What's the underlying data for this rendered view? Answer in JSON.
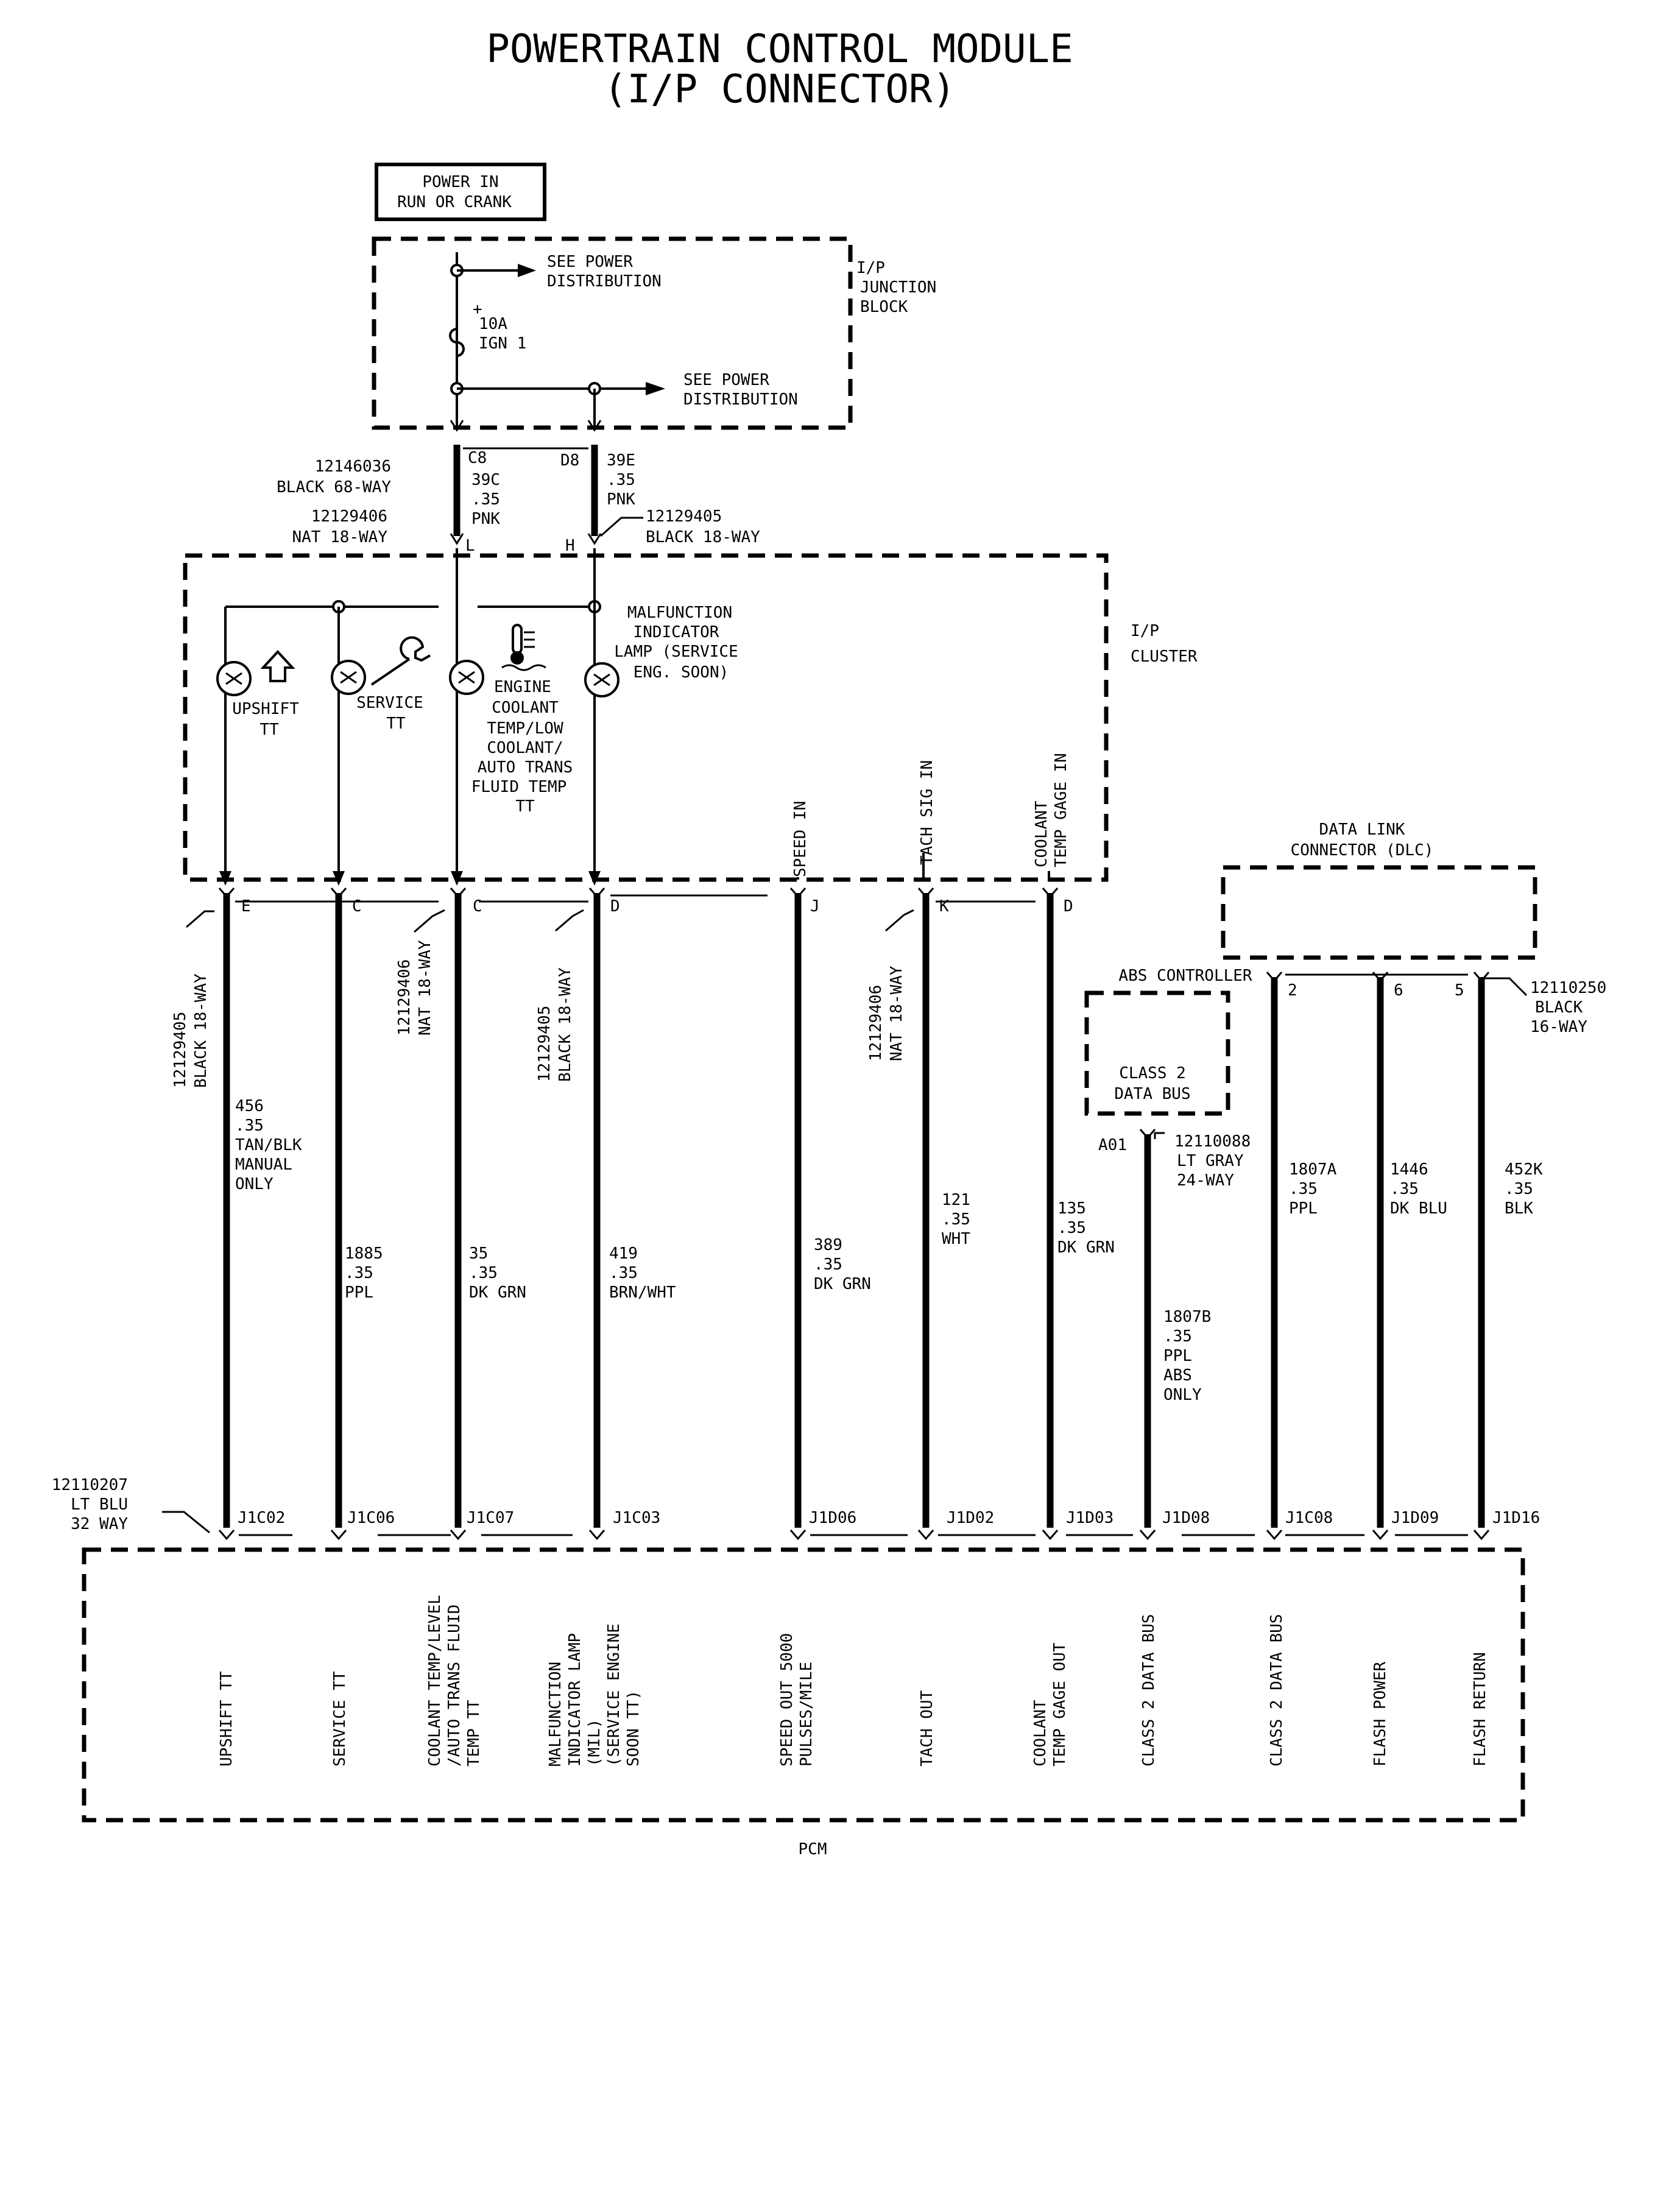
{
  "title": {
    "line1": "POWERTRAIN CONTROL MODULE",
    "line2": "(I/P CONNECTOR)"
  },
  "power_box": {
    "line1": "POWER IN",
    "line2": "RUN OR CRANK"
  },
  "junction_block": {
    "label": [
      "I/P",
      "JUNCTION",
      "BLOCK"
    ],
    "see_power_top": [
      "SEE POWER",
      "DISTRIBUTION"
    ],
    "see_power_bottom": [
      "SEE POWER",
      "DISTRIBUTION"
    ],
    "fuse": [
      "+",
      "10A",
      "IGN 1"
    ]
  },
  "jb_connector_left": [
    "12146036",
    "BLACK 68-WAY"
  ],
  "jb_pins": {
    "left": "C8",
    "right": "D8"
  },
  "jb_wire_left": [
    "39C",
    ".35",
    "PNK"
  ],
  "jb_wire_right": [
    "39E",
    ".35",
    "PNK"
  ],
  "cluster_in_left": {
    "label": [
      "12129406",
      "NAT 18-WAY"
    ],
    "pin": "L"
  },
  "cluster_in_right": {
    "label": [
      "12129405",
      "BLACK 18-WAY"
    ],
    "pin": "H"
  },
  "cluster": {
    "label": [
      "I/P",
      "CLUSTER"
    ],
    "upshift": [
      "UPSHIFT",
      "TT"
    ],
    "service": [
      "SERVICE",
      "TT"
    ],
    "coolant": [
      "ENGINE",
      "COOLANT",
      "TEMP/LOW",
      "COOLANT/",
      "AUTO TRANS",
      "FLUID TEMP",
      "TT"
    ],
    "mil": [
      "MALFUNCTION",
      "INDICATOR",
      "LAMP (SERVICE",
      "ENG.   SOON)"
    ],
    "speed_in": "SPEED IN",
    "tach_in": "TACH SIG IN",
    "coolant_gage": [
      "COOLANT",
      "TEMP GAGE IN"
    ]
  },
  "dlc": {
    "label": [
      "DATA LINK",
      "CONNECTOR (DLC)"
    ],
    "connector": [
      "12110250",
      "BLACK",
      "16-WAY"
    ]
  },
  "abs": {
    "title": "ABS CONTROLLER",
    "box": [
      "CLASS 2",
      "DATA BUS"
    ],
    "pin": "A01",
    "connector": [
      "12110088",
      "LT GRAY",
      "24-WAY"
    ]
  },
  "rotated_connectors": [
    {
      "lines": [
        "12129405",
        "BLACK 18-WAY"
      ]
    },
    {
      "lines": [
        "12129406",
        "NAT 18-WAY"
      ]
    },
    {
      "lines": [
        "12129405",
        "BLACK 18-WAY"
      ]
    },
    {
      "lines": [
        "12129406",
        "NAT 18-WAY"
      ]
    }
  ],
  "pcm_connector": [
    "12110207",
    "LT BLU",
    "32 WAY"
  ],
  "circuits": [
    {
      "top_pin": "E",
      "wire": [
        "456",
        ".35",
        "TAN/BLK",
        "MANUAL",
        "ONLY"
      ],
      "pcm_pin": "J1C02",
      "function": [
        "UPSHIFT TT"
      ]
    },
    {
      "top_pin": "C",
      "wire": [
        "1885",
        ".35",
        "PPL"
      ],
      "pcm_pin": "J1C06",
      "function": [
        "SERVICE TT"
      ]
    },
    {
      "top_pin": "C",
      "wire": [
        "35",
        ".35",
        "DK GRN"
      ],
      "pcm_pin": "J1C07",
      "function": [
        "COOLANT TEMP/LEVEL",
        "/AUTO TRANS FLUID",
        "TEMP TT"
      ]
    },
    {
      "top_pin": "D",
      "wire": [
        "419",
        ".35",
        "BRN/WHT"
      ],
      "pcm_pin": "J1C03",
      "function": [
        "MALFUNCTION",
        "INDICATOR LAMP",
        "(MIL)",
        "(SERVICE ENGINE",
        "SOON TT)"
      ]
    },
    {
      "top_pin": "J",
      "wire": [
        "389",
        ".35",
        "DK GRN"
      ],
      "pcm_pin": "J1D06",
      "function": [
        "SPEED OUT 5000",
        "PULSES/MILE"
      ]
    },
    {
      "top_pin": "K",
      "wire": [
        "121",
        ".35",
        "WHT"
      ],
      "pcm_pin": "J1D02",
      "function": [
        "TACH OUT"
      ]
    },
    {
      "top_pin": "D",
      "wire": [
        "135",
        ".35",
        "DK GRN"
      ],
      "pcm_pin": "J1D03",
      "function": [
        "COOLANT",
        "TEMP GAGE OUT"
      ]
    },
    {
      "top_pin": "",
      "wire": [
        "1807B",
        ".35",
        "PPL",
        "ABS",
        "ONLY"
      ],
      "pcm_pin": "J1D08",
      "function": [
        "CLASS 2 DATA BUS"
      ]
    },
    {
      "top_pin": "2",
      "wire": [
        "1807A",
        ".35",
        "PPL"
      ],
      "pcm_pin": "J1C08",
      "function": [
        "CLASS 2 DATA BUS"
      ]
    },
    {
      "top_pin": "6",
      "wire": [
        "1446",
        ".35",
        "DK BLU"
      ],
      "pcm_pin": "J1D09",
      "function": [
        "FLASH POWER"
      ]
    },
    {
      "top_pin": "5",
      "wire": [
        "452K",
        ".35",
        "BLK"
      ],
      "pcm_pin": "J1D16",
      "function": [
        "FLASH RETURN"
      ]
    }
  ],
  "pcm_label": "PCM"
}
